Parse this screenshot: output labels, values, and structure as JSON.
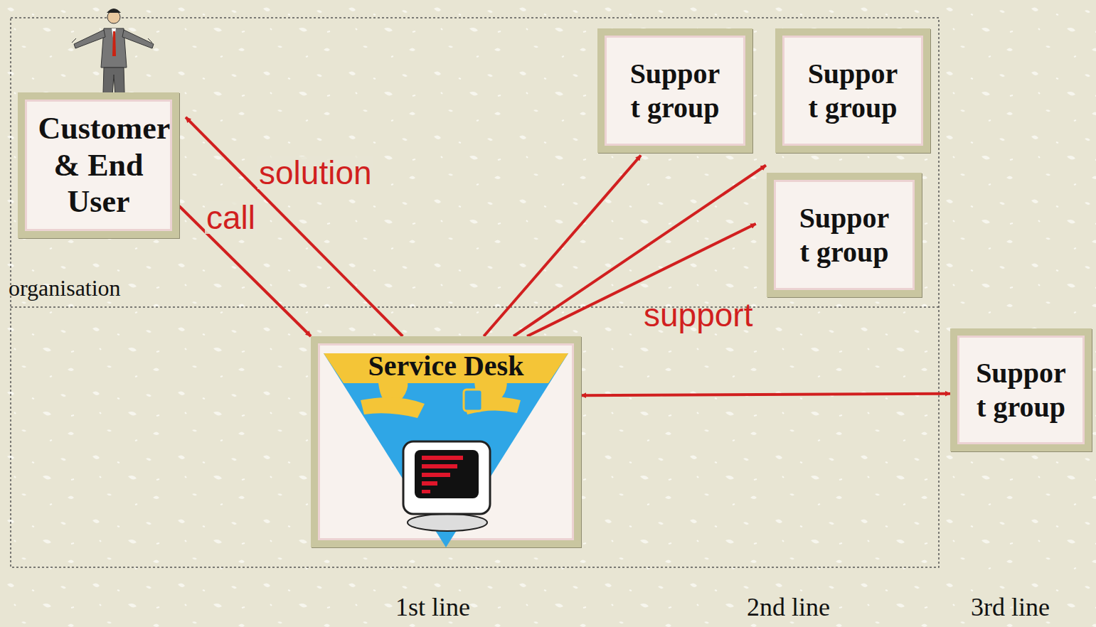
{
  "diagram": {
    "nodes": [
      {
        "text": [
          "Customer & End User",
          "organisation"
        ]
      },
      {
        "text": [
          "Service Desk"
        ]
      },
      {
        "text": [
          "Suppor t group"
        ]
      },
      {
        "text": [
          "Suppor t group"
        ]
      },
      {
        "text": [
          "Suppor t group"
        ]
      },
      {
        "text": [
          "Suppor t group"
        ]
      }
    ],
    "edges": [
      {
        "from": 0,
        "to": 1,
        "arrow": "to",
        "label": "call"
      },
      {
        "from": 1,
        "to": 0,
        "arrow": "to",
        "label": "solution"
      },
      {
        "from": 1,
        "to": 2,
        "arrow": "to"
      },
      {
        "from": 1,
        "to": 3,
        "arrow": "to"
      },
      {
        "from": 1,
        "to": 4,
        "arrow": "to"
      },
      {
        "from": 1,
        "to": 5,
        "arrow": "both"
      }
    ],
    "labels": [
      "support",
      "1st line",
      "2nd line",
      "3rd line"
    ]
  }
}
